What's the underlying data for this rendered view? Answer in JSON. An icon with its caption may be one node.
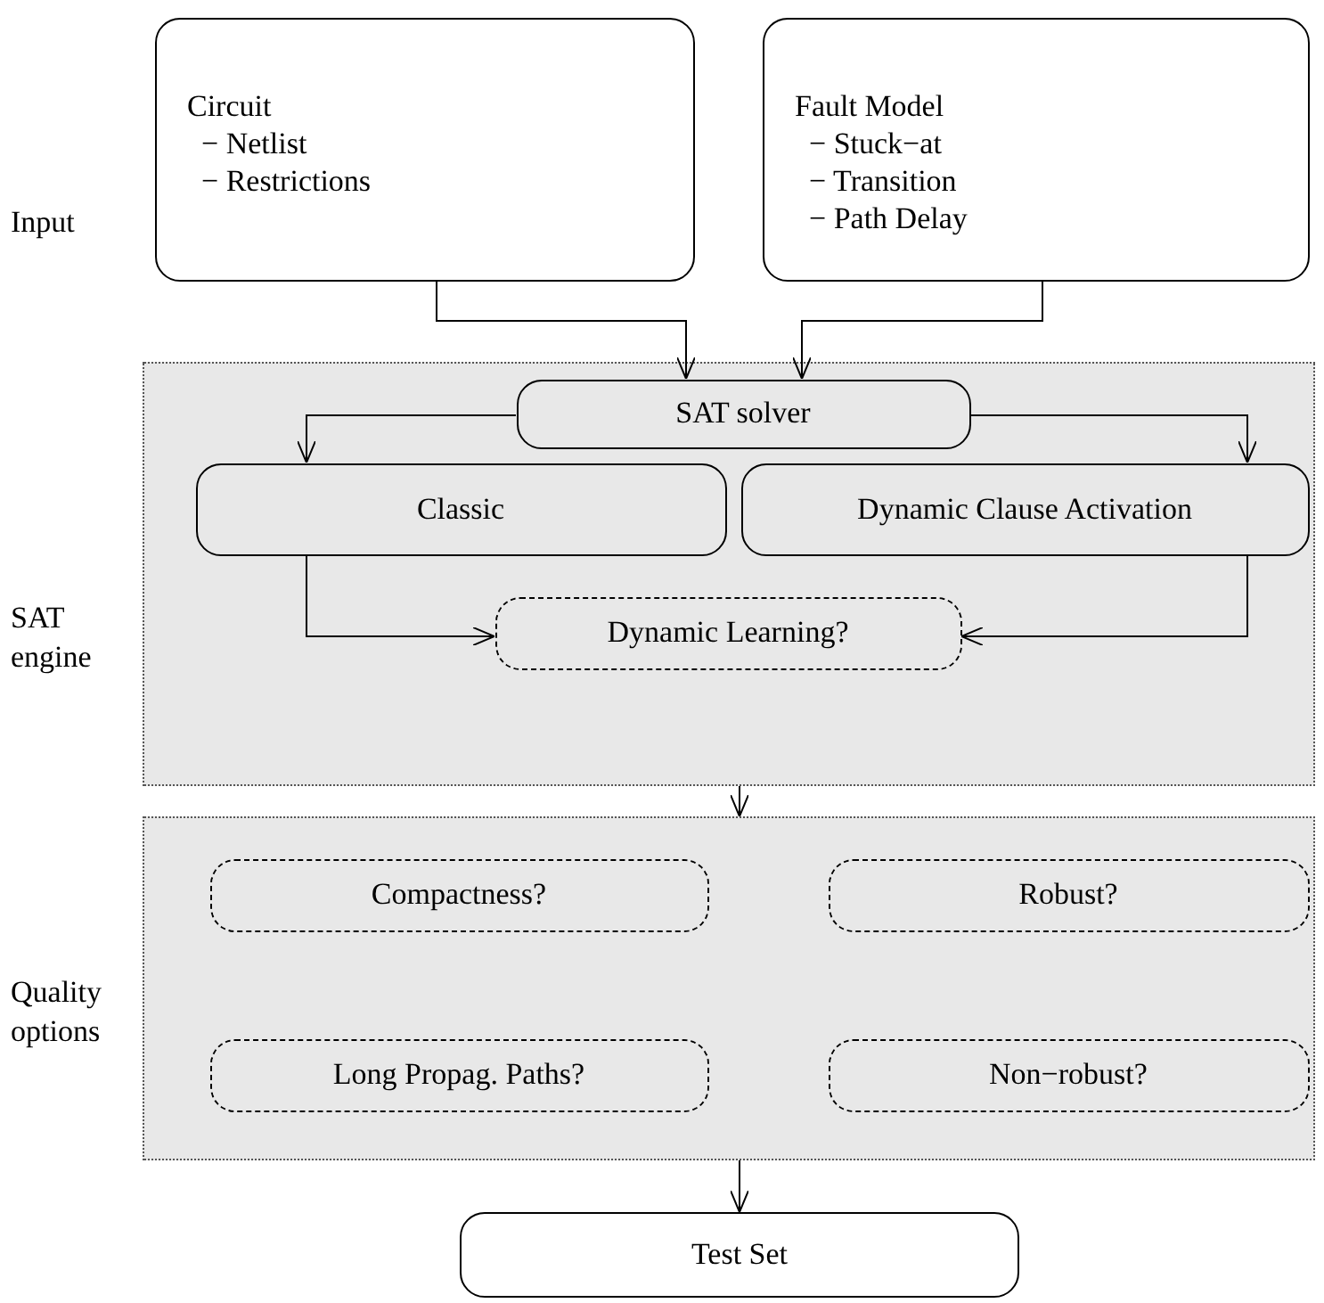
{
  "diagram": {
    "nodes": [
      {
        "text": [
          "Circuit",
          "− Netlist",
          "− Restrictions"
        ]
      },
      {
        "text": [
          "Fault Model",
          "− Stuck−at",
          "− Transition",
          "− Path Delay"
        ]
      },
      {
        "text": [
          "SAT engine"
        ]
      },
      {
        "text": [
          "SAT solver"
        ],
        "in": 2
      },
      {
        "text": [
          "Classic"
        ],
        "in": 2
      },
      {
        "text": [
          "Dynamic Clause Activation"
        ],
        "in": 2
      },
      {
        "text": [
          "Dynamic Learning?"
        ],
        "in": 2
      },
      {
        "text": [
          "Quality options"
        ]
      },
      {
        "text": [
          "Compactness?"
        ],
        "in": 7
      },
      {
        "text": [
          "Robust?"
        ],
        "in": 7
      },
      {
        "text": [
          "Long Propag. Paths?"
        ],
        "in": 7
      },
      {
        "text": [
          "Non−robust?"
        ],
        "in": 7
      },
      {
        "text": [
          "Test Set"
        ]
      }
    ],
    "edges": [
      {
        "from": 0,
        "to": 3,
        "arrow": "to"
      },
      {
        "from": 1,
        "to": 3,
        "arrow": "to"
      },
      {
        "from": 3,
        "to": 4,
        "arrow": "to"
      },
      {
        "from": 3,
        "to": 5,
        "arrow": "to"
      },
      {
        "from": 4,
        "to": 6,
        "arrow": "to"
      },
      {
        "from": 5,
        "to": 6,
        "arrow": "to"
      },
      {
        "from": 2,
        "to": 7,
        "arrow": "to"
      },
      {
        "from": 7,
        "to": 12,
        "arrow": "to"
      }
    ],
    "labels": [
      "Input"
    ]
  }
}
